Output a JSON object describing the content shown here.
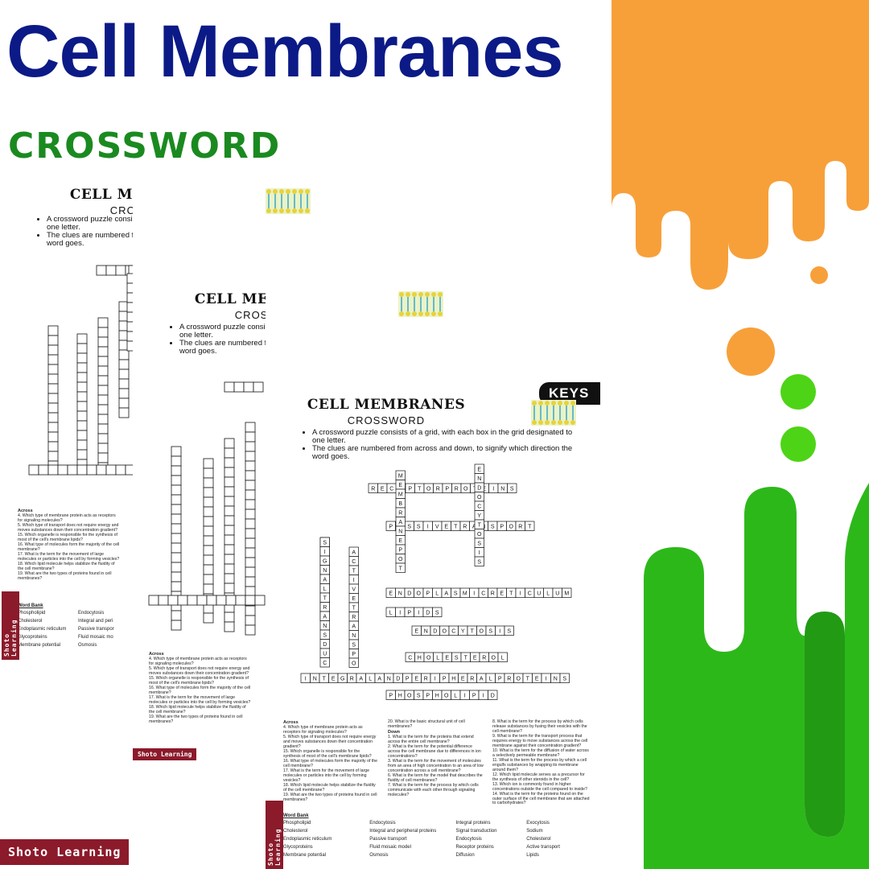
{
  "header": {
    "title": "Cell Membranes",
    "subtitle": "CROSSWORD"
  },
  "colors": {
    "title_blue": "#0b1a86",
    "subtitle_green": "#1a8a20",
    "orange": "#f7a03a",
    "green": "#2db81a",
    "brand_red": "#8b1a2b"
  },
  "brand": {
    "name": "Shoto Learning"
  },
  "worksheet": {
    "title": "CELL MEMBRANES",
    "subtitle": "CROSSWORD",
    "bullets": [
      "A crossword puzzle consists of a grid, with each box in the grid designated to one letter.",
      "The clues are numbered from across and down, to signify which direction the word goes."
    ],
    "keys_label": "KEYS"
  },
  "answers": {
    "across": [
      "RECEPTORPROTEINS",
      "PASSIVETRANSPORT",
      "ENDOPLASMICRETICULUM",
      "LIPIDS",
      "ENDOCYTOSIS",
      "CHOLESTEROL",
      "INTEGRALANDPERIPHERALPROTEINS",
      "PHOSPHOLIPID"
    ]
  },
  "clues": {
    "across_heading": "Across",
    "across": [
      "4. Which type of membrane protein acts as receptors for signaling molecules?",
      "5. Which type of transport does not require energy and moves substances down their concentration gradient?",
      "15. Which organelle is responsible for the synthesis of most of the cell's membrane lipids?",
      "16. What type of molecules form the majority of the cell membrane?",
      "17. What is the term for the movement of large molecules or particles into the cell by forming vesicles?",
      "18. Which lipid molecule helps stabilize the fluidity of the cell membrane?",
      "19. What are the two types of proteins found in cell membranes?"
    ],
    "across_extra": "20. What is the basic structural unit of cell membranes?",
    "down_heading": "Down",
    "down": [
      "1. What is the term for the proteins that extend across the entire cell membrane?",
      "2. What is the term for the potential difference across the cell membrane due to differences in ion concentrations?",
      "3. What is the term for the movement of molecules from an area of high concentration to an area of low concentration across a cell membrane?",
      "6. What is the term for the model that describes the fluidity of cell membranes?",
      "7. What is the term for the process by which cells communicate with each other through signaling molecules?"
    ],
    "down_right": [
      "8. What is the term for the process by which cells release substances by fusing their vesicles with the cell membrane?",
      "9. What is the term for the transport process that requires energy to move substances across the cell membrane against their concentration gradient?",
      "10. What is the term for the diffusion of water across a selectively permeable membrane?",
      "11. What is the term for the process by which a cell engulfs substances by wrapping its membrane around them?",
      "12. Which lipid molecule serves as a precursor for the synthesis of other steroids in the cell?",
      "13. Which ion is commonly found in higher concentrations outside the cell compared to inside?",
      "14. What is the term for the proteins found on the outer surface of the cell membrane that are attached to carbohydrates?"
    ]
  },
  "word_bank": {
    "heading": "Word Bank",
    "front": [
      "Phospholipid",
      "Endocytosis",
      "Integral proteins",
      "Exocytosis",
      "Cholesterol",
      "Integral and peripheral proteins",
      "Signal transduction",
      "Sodium",
      "Endoplasmic reticulum",
      "Passive transport",
      "Endocytosis",
      "Cholesterol",
      "Glycoproteins",
      "Fluid mosaic model",
      "Receptor proteins",
      "Active transport",
      "Membrane potential",
      "Osmosis",
      "Diffusion",
      "Lipids"
    ],
    "back": [
      "Phospholipid",
      "Endocytosis",
      "Integral and peri",
      "Cholesterol",
      "Endoplasmic reticulum",
      "Passive transpor",
      "Glycoproteins",
      "Fluid mosaic mo",
      "Membrane potential",
      "Osmosis"
    ]
  }
}
